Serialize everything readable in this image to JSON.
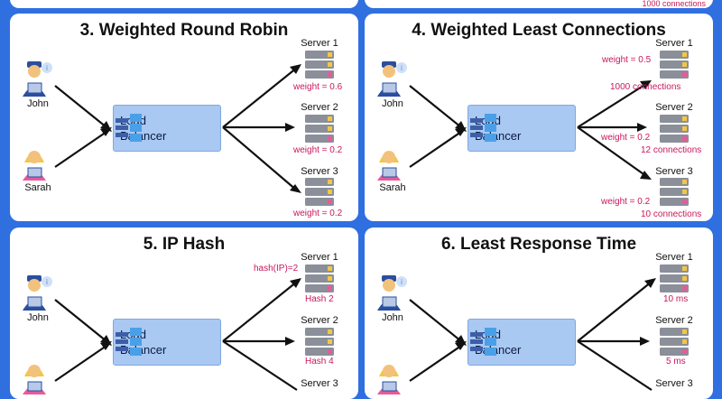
{
  "top_peek_text": "1000 connections",
  "panels": [
    {
      "title": "3. Weighted Round Robin",
      "users": [
        "John",
        "Sarah"
      ],
      "lb_label": "Load\nBalancer",
      "servers": [
        {
          "name": "Server 1",
          "note": "weight = 0.6",
          "note2": ""
        },
        {
          "name": "Server 2",
          "note": "weight = 0.2",
          "note2": ""
        },
        {
          "name": "Server 3",
          "note": "weight = 0.2",
          "note2": ""
        }
      ]
    },
    {
      "title": "4. Weighted Least Connections",
      "users": [
        "John",
        "Sarah"
      ],
      "lb_label": "Load\nBalancer",
      "servers": [
        {
          "name": "Server 1",
          "note": "weight = 0.5",
          "note2": "1000 connections"
        },
        {
          "name": "Server 2",
          "note": "weight = 0.2",
          "note2": "12 connections"
        },
        {
          "name": "Server 3",
          "note": "weight = 0.2",
          "note2": "10 connections"
        }
      ]
    },
    {
      "title": "5. IP Hash",
      "users": [
        "John",
        ""
      ],
      "lb_label": "Load\nBalancer",
      "servers": [
        {
          "name": "Server 1",
          "note": "hash(IP)=2",
          "note2": "Hash 2"
        },
        {
          "name": "Server 2",
          "note": "",
          "note2": "Hash 4"
        },
        {
          "name": "Server 3",
          "note": "",
          "note2": ""
        }
      ]
    },
    {
      "title": "6. Least Response Time",
      "users": [
        "John",
        ""
      ],
      "lb_label": "Load\nBalancer",
      "servers": [
        {
          "name": "Server 1",
          "note": "",
          "note2": "10 ms"
        },
        {
          "name": "Server 2",
          "note": "",
          "note2": "5 ms"
        },
        {
          "name": "Server 3",
          "note": "",
          "note2": ""
        }
      ]
    }
  ]
}
